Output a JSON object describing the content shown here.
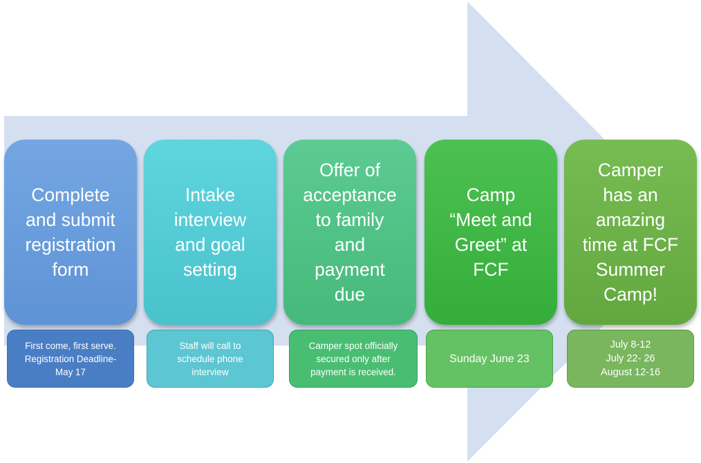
{
  "colors": {
    "arrow": "#d4dff0",
    "step_1": "#6b9fdc",
    "step_2": "#56cdd6",
    "step_3": "#53c387",
    "step_4": "#3fba45",
    "step_5": "#6cb448",
    "note_1": "#4a7ec4",
    "note_2": "#5cc6d2",
    "note_3": "#49be73",
    "note_4": "#64c264",
    "note_5": "#79b65e"
  },
  "steps": [
    {
      "title": "Complete\nand submit\nregistration\nform",
      "note": "First come, first serve.\nRegistration Deadline-\nMay 17"
    },
    {
      "title": "Intake\ninterview\nand goal\nsetting",
      "note": "Staff will call to\nschedule phone\ninterview"
    },
    {
      "title": "Offer of\nacceptance\nto family\nand\npayment\ndue",
      "note": "Camper spot officially\nsecured only after\npayment is received."
    },
    {
      "title": "Camp\n“Meet and\nGreet” at\nFCF",
      "note": "Sunday June 23"
    },
    {
      "title": "Camper\nhas an\namazing\ntime at FCF\nSummer\nCamp!",
      "note": "July 8-12\nJuly 22- 26\nAugust 12-16"
    }
  ]
}
